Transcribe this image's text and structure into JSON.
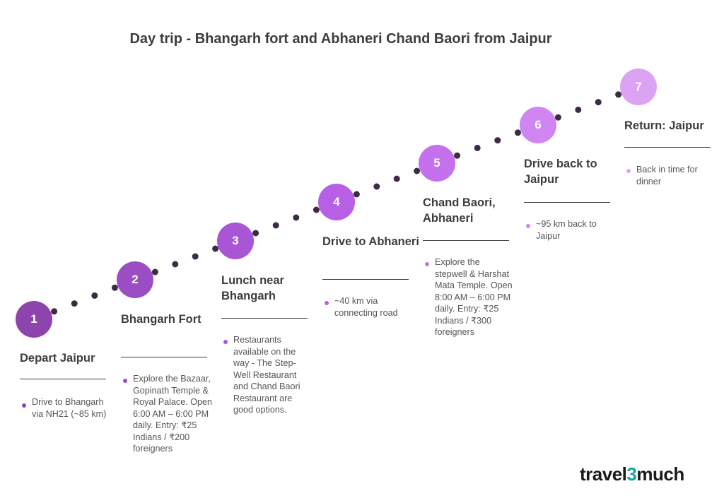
{
  "title": "Day trip - Bhangarh fort and Abhaneri Chand Baori from Jaipur",
  "steps": [
    {
      "number": "1",
      "title": "Depart Jaipur",
      "description": "Drive to Bhangarh via NH21 (~85 km)",
      "color": "#8e44ad"
    },
    {
      "number": "2",
      "title": "Bhangarh Fort",
      "description": "Explore the Bazaar, Gopinath Temple & Royal Palace. Open 6:00 AM – 6:00 PM daily. Entry: ₹25 Indians / ₹200 foreigners",
      "color": "#9b4dc4"
    },
    {
      "number": "3",
      "title": "Lunch near Bhangarh",
      "description": "Restaurants available on the way - The Step-Well Restaurant and Chand Baori Restaurant are good options.",
      "color": "#a855d6"
    },
    {
      "number": "4",
      "title": "Drive to Abhaneri",
      "description": "~40 km via connecting road",
      "color": "#b760e6"
    },
    {
      "number": "5",
      "title": "Chand Baori, Abhaneri",
      "description": "Explore the stepwell & Harshat Mata Temple. Open 8:00 AM – 6:00 PM daily. Entry: ₹25 Indians / ₹300 foreigners",
      "color": "#c570ec"
    },
    {
      "number": "6",
      "title": "Drive back to Jaipur",
      "description": "~95 km back to Jaipur",
      "color": "#d086f0"
    },
    {
      "number": "7",
      "title": "Return: Jaipur",
      "description": "Back in time for dinner",
      "color": "#dca3f4"
    }
  ],
  "logo": {
    "prefix": "travel",
    "accent": "3",
    "suffix": "much"
  },
  "colors": {
    "dots": "#3d2b45",
    "text": "#3d3d3d",
    "logo_accent": "#1ba39c"
  }
}
